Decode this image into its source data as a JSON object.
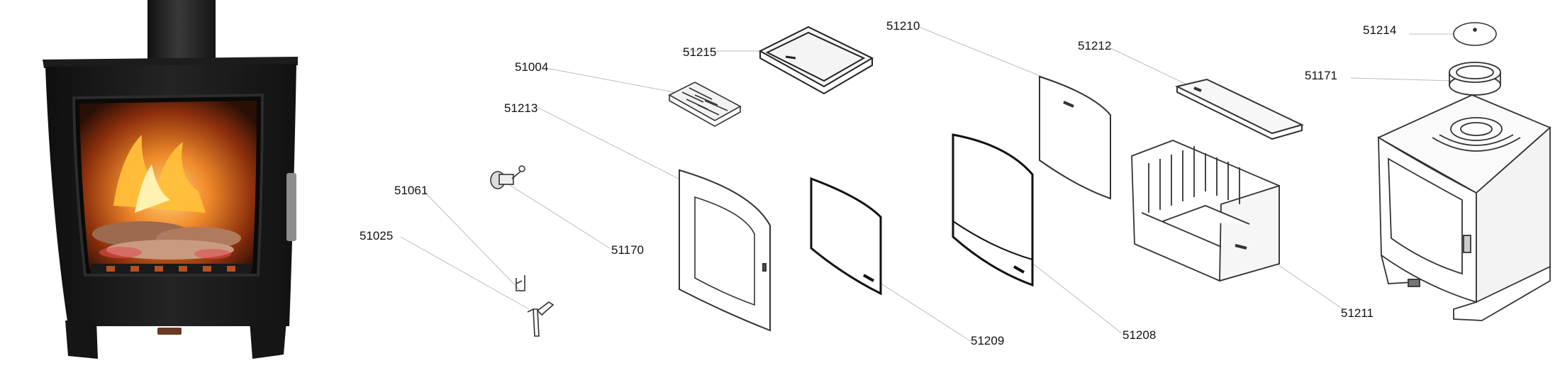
{
  "diagram": {
    "labels": {
      "p51215": "51215",
      "p51004": "51004",
      "p51213": "51213",
      "p51061": "51061",
      "p51025": "51025",
      "p51170": "51170",
      "p51209": "51209",
      "p51210": "51210",
      "p51208": "51208",
      "p51212": "51212",
      "p51211": "51211",
      "p51214": "51214",
      "p51171": "51171"
    }
  }
}
